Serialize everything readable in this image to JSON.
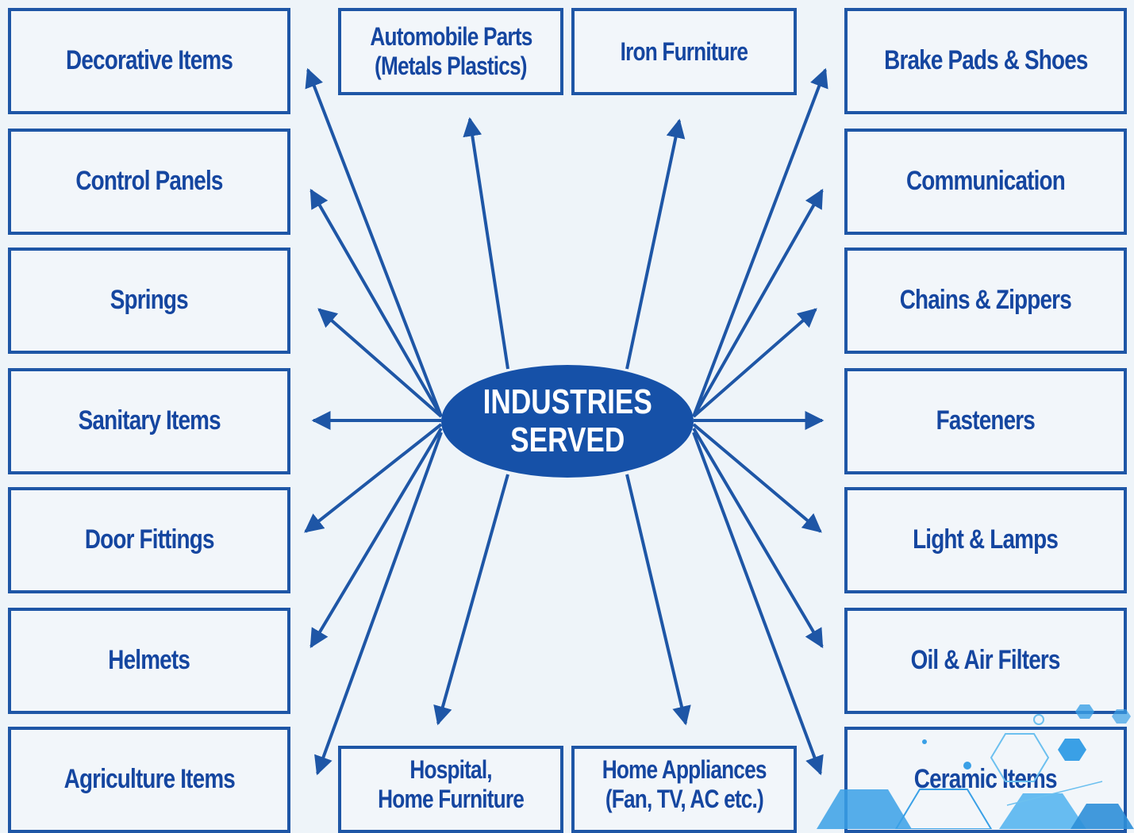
{
  "center": {
    "label": "INDUSTRIES\nSERVED"
  },
  "colors": {
    "primary": "#1651a8",
    "border": "#1e56a6",
    "text": "#1546a0",
    "background": "#eef4f9"
  },
  "left": [
    "Decorative Items",
    "Control Panels",
    "Springs",
    "Sanitary Items",
    "Door Fittings",
    "Helmets",
    "Agriculture Items"
  ],
  "right": [
    "Brake Pads & Shoes",
    "Communication",
    "Chains & Zippers",
    "Fasteners",
    "Light & Lamps",
    "Oil & Air Filters",
    "Ceramic Items"
  ],
  "top": [
    {
      "line1": "Automobile Parts",
      "line2": "(Metals Plastics)"
    },
    {
      "line1": "Iron Furniture",
      "line2": ""
    }
  ],
  "bottom": [
    {
      "line1": "Hospital,",
      "line2": "Home Furniture"
    },
    {
      "line1": "Home Appliances",
      "line2": "(Fan, TV, AC etc.)"
    }
  ]
}
